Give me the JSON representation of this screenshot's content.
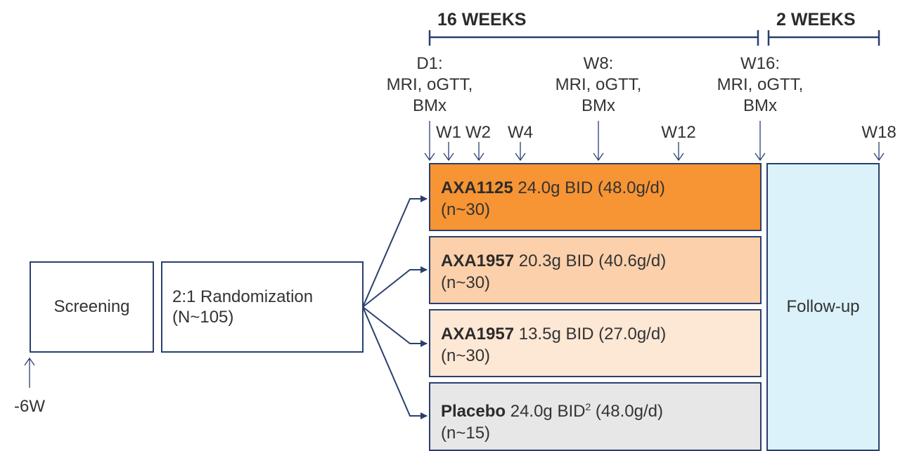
{
  "timeline": {
    "period1_label": "16 WEEKS",
    "period2_label": "2 WEEKS",
    "visits": [
      {
        "label_line1": "D1:",
        "label_line2": "MRI, oGTT,",
        "label_line3": "BMx"
      },
      {
        "label_line1": "W8:",
        "label_line2": "MRI, oGTT,",
        "label_line3": "BMx"
      },
      {
        "label_line1": "W16:",
        "label_line2": "MRI, oGTT,",
        "label_line3": "BMx"
      }
    ],
    "minor_visits": [
      "W1",
      "W2",
      "W4",
      "W12",
      "W18"
    ]
  },
  "screening": {
    "label": "Screening",
    "time_label": "-6W"
  },
  "randomization": {
    "line1": "2:1 Randomization",
    "line2": "(N~105)"
  },
  "arms": [
    {
      "drug": "AXA1125",
      "dose": " 24.0g BID (48.0g/d)",
      "sup": "",
      "dose_tail": "",
      "n": "(n~30)",
      "color": "#f79433"
    },
    {
      "drug": "AXA1957",
      "dose": " 20.3g BID (40.6g/d)",
      "sup": "",
      "dose_tail": "",
      "n": "(n~30)",
      "color": "#fbd0ab"
    },
    {
      "drug": "AXA1957",
      "dose": " 13.5g BID (27.0g/d)",
      "sup": "",
      "dose_tail": "",
      "n": "(n~30)",
      "color": "#fde7d5"
    },
    {
      "drug": "Placebo",
      "dose": " 24.0g BID",
      "sup": "2",
      "dose_tail": " (48.0g/d)",
      "n": "(n~15)",
      "color": "#e7e7e8"
    }
  ],
  "followup": {
    "label": "Follow-up",
    "color": "#dbf2fa"
  },
  "line_color": "#2a3f6e"
}
